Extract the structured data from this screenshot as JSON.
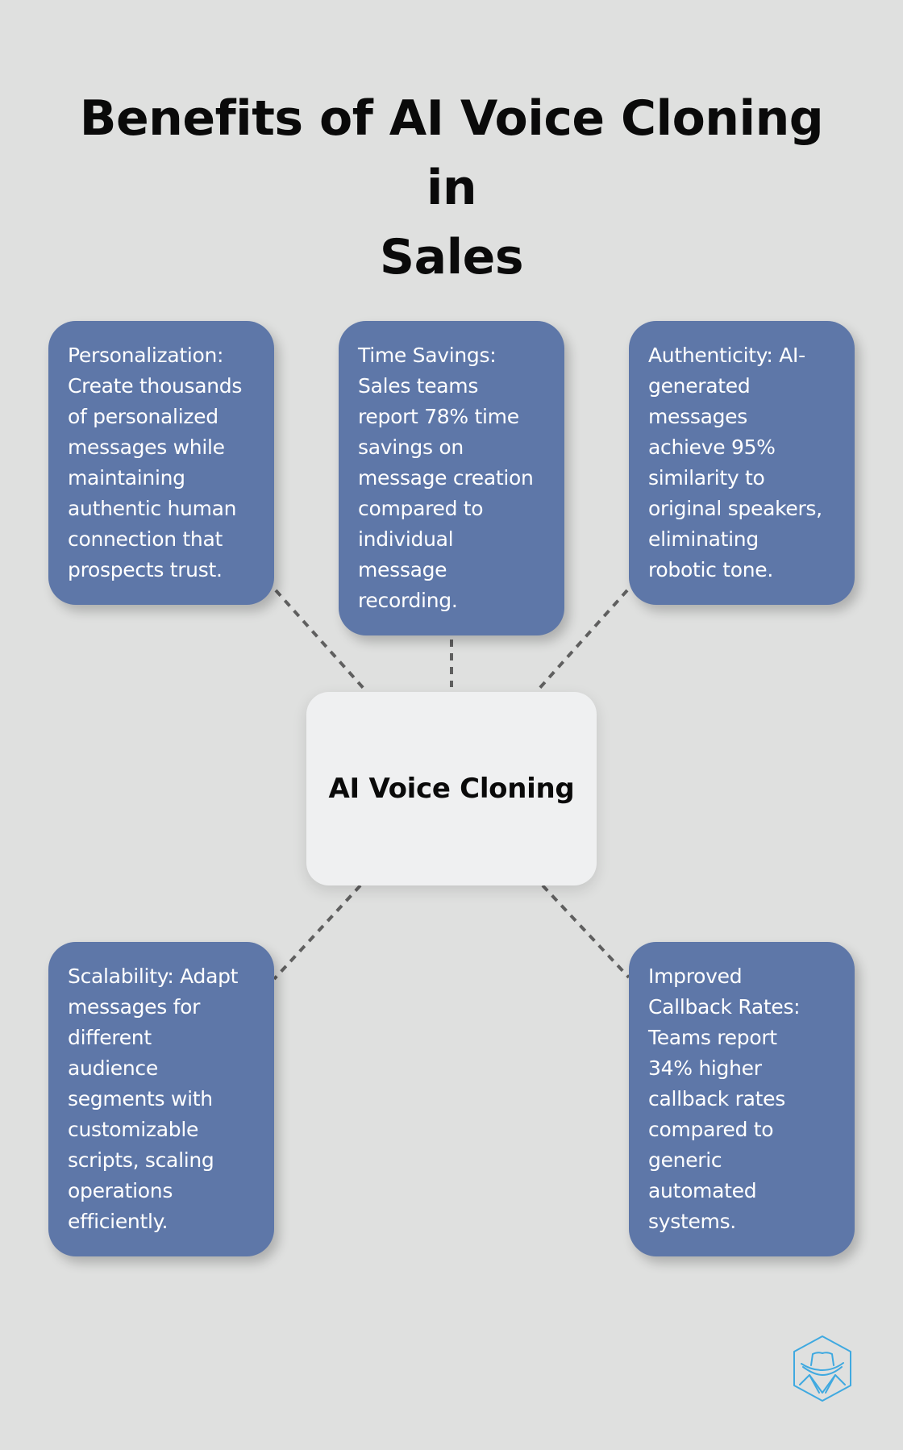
{
  "title": {
    "line1": "Benefits of AI Voice Cloning in",
    "line2": "Sales"
  },
  "center": {
    "label": "AI Voice Cloning"
  },
  "benefits": [
    {
      "id": "personalization",
      "lines": [
        "Personalization:",
        "Create thousands",
        "of personalized",
        "messages while",
        "maintaining",
        "authentic human",
        "connection that",
        "prospects trust."
      ]
    },
    {
      "id": "time-savings",
      "lines": [
        "Time Savings:",
        "Sales teams",
        "report 78% time",
        "savings on",
        "message creation",
        "compared to",
        "individual",
        "message",
        "recording."
      ]
    },
    {
      "id": "authenticity",
      "lines": [
        "Authenticity: AI-",
        "generated",
        "messages",
        "achieve 95%",
        "similarity to",
        "original speakers,",
        "eliminating",
        "robotic tone."
      ]
    },
    {
      "id": "scalability",
      "lines": [
        "Scalability: Adapt",
        "messages for",
        "different",
        "audience",
        "segments with",
        "customizable",
        "scripts, scaling",
        "operations",
        "efficiently."
      ]
    },
    {
      "id": "callback-rates",
      "lines": [
        "Improved",
        "Callback Rates:",
        "Teams report",
        "34% higher",
        "callback rates",
        "compared to",
        "generic",
        "automated",
        "systems."
      ]
    }
  ],
  "logo": {
    "icon": "detective-hat-hexagon-icon"
  },
  "colors": {
    "background": "#dfe0df",
    "card": "#5e77a8",
    "center_node": "#eff0f1",
    "connector": "#5f5f5f",
    "logo": "#3fa9e0"
  }
}
